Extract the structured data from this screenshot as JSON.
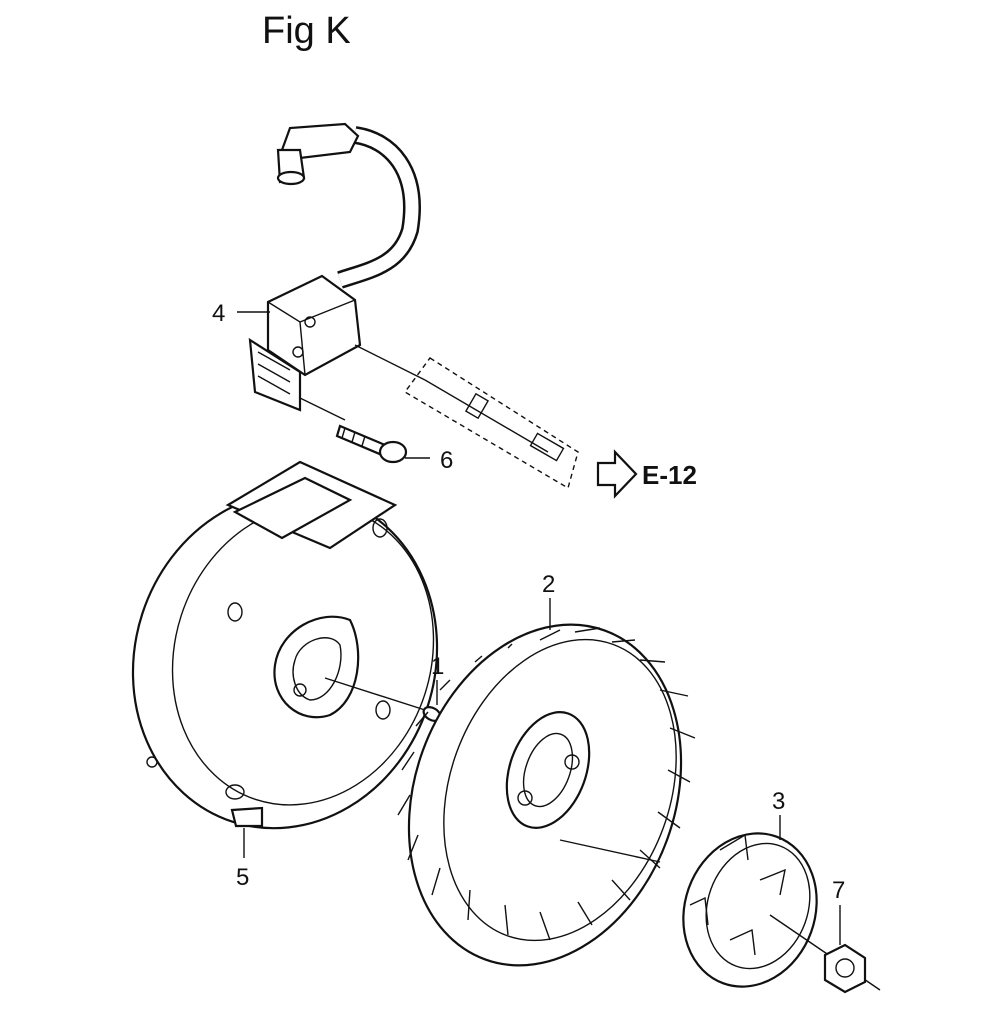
{
  "figure": {
    "title": "Fig K",
    "reference": "E-12"
  },
  "callouts": [
    {
      "id": "callout-1",
      "label": "1"
    },
    {
      "id": "callout-2",
      "label": "2"
    },
    {
      "id": "callout-3",
      "label": "3"
    },
    {
      "id": "callout-4",
      "label": "4"
    },
    {
      "id": "callout-5",
      "label": "5"
    },
    {
      "id": "callout-6",
      "label": "6"
    },
    {
      "id": "callout-7",
      "label": "7"
    }
  ]
}
